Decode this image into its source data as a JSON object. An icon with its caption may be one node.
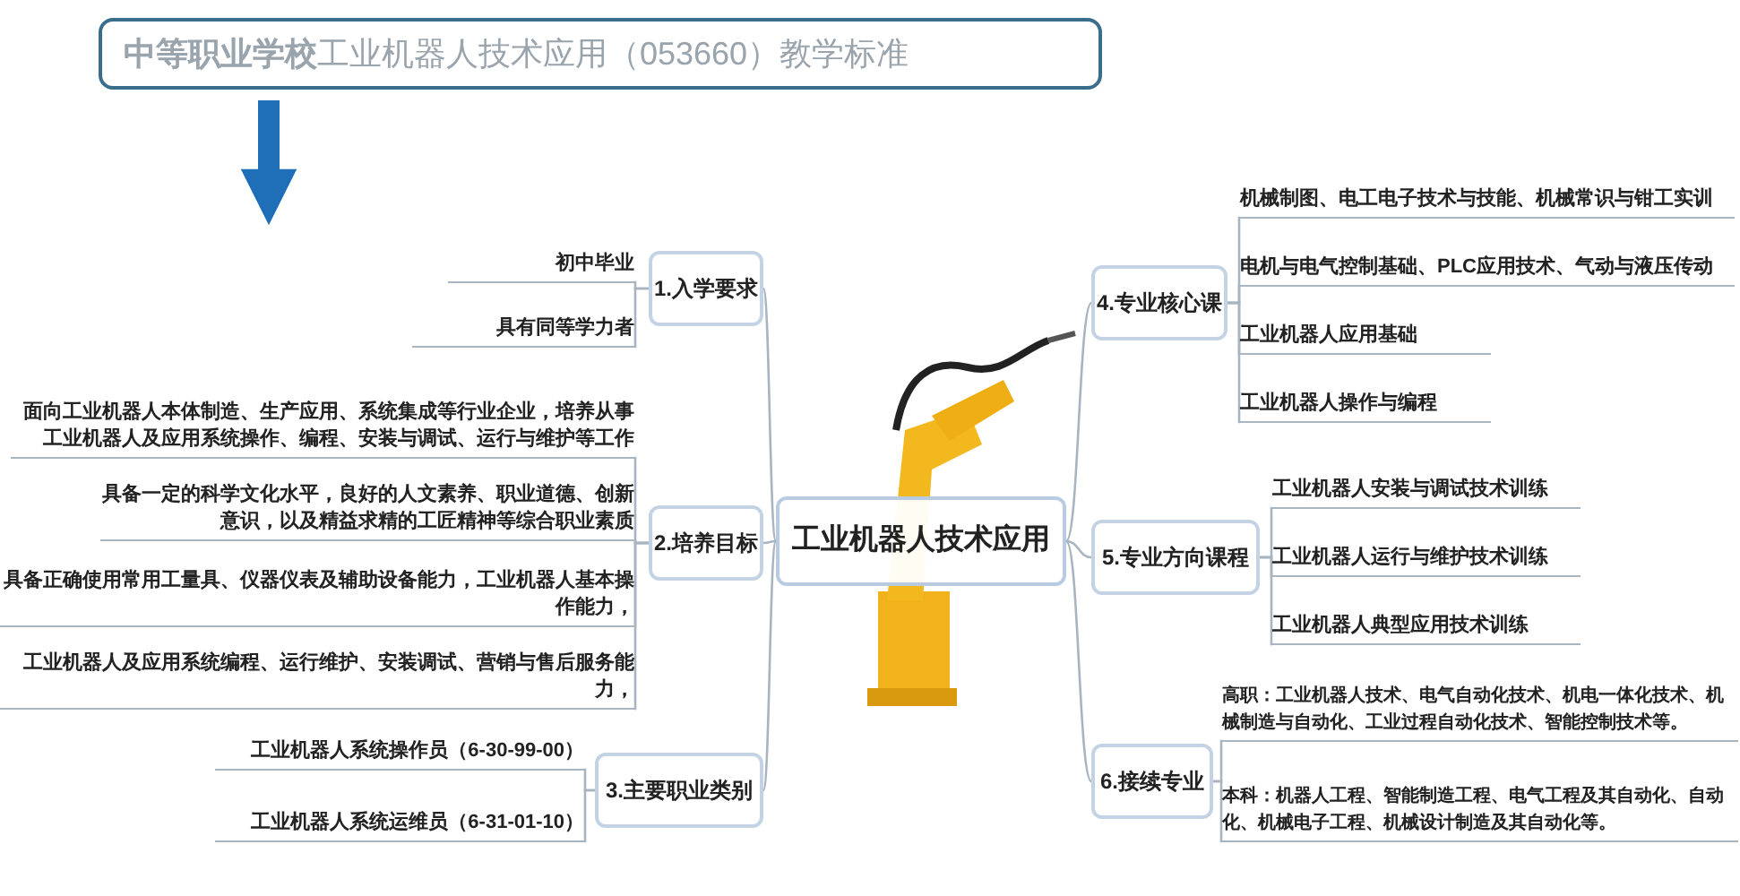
{
  "diagram": {
    "nodes": [
      {
        "text": [
          "**中等职业学校**工业机器人技术应用（053660）教学标准"
        ]
      },
      {
        "text": [
          "工业机器人技术应用"
        ]
      },
      {
        "text": [
          "1.入学要求"
        ]
      },
      {
        "text": [
          "初中毕业"
        ]
      },
      {
        "text": [
          "具有同等学力者"
        ]
      },
      {
        "text": [
          "2.培养目标"
        ]
      },
      {
        "text": [
          "面向工业机器人本体制造、生产应用、系统集成等行业企业，培养从事工业机器人及应用系统操作、编程、安装与调试、运行与维护等工作"
        ]
      },
      {
        "text": [
          "具备一定的科学文化水平，良好的人文素养、职业道德、创新意识，以及精益求精的工匠精神等综合职业素质"
        ]
      },
      {
        "text": [
          "具备正确使用常用工量具、仪器仪表及辅助设备能力，工业机器人基本操作能力，"
        ]
      },
      {
        "text": [
          "工业机器人及应用系统编程、运行维护、安装调试、营销与售后服务能力，"
        ]
      },
      {
        "text": [
          "3.主要职业类别"
        ]
      },
      {
        "text": [
          "工业机器人系统操作员（6-30-99-00）"
        ]
      },
      {
        "text": [
          "工业机器人系统运维员（6-31-01-10）"
        ]
      },
      {
        "text": [
          "4.专业核心课"
        ]
      },
      {
        "text": [
          "机械制图、电工电子技术与技能、机械常识与钳工实训"
        ]
      },
      {
        "text": [
          "电机与电气控制基础、PLC应用技术、气动与液压传动"
        ]
      },
      {
        "text": [
          "工业机器人应用基础"
        ]
      },
      {
        "text": [
          "工业机器人操作与编程"
        ]
      },
      {
        "text": [
          "5.专业方向课程"
        ]
      },
      {
        "text": [
          "工业机器人安装与调试技术训练"
        ]
      },
      {
        "text": [
          "工业机器人运行与维护技术训练"
        ]
      },
      {
        "text": [
          "工业机器人典型应用技术训练"
        ]
      },
      {
        "text": [
          "6.接续专业"
        ]
      },
      {
        "text": [
          "高职：工业机器人技术、电气自动化技术、机电一体化技术、机械制造与自动化、工业过程自动化技术、智能控制技术等。"
        ]
      },
      {
        "text": [
          "本科：机器人工程、智能制造工程、电气工程及其自动化、自动化、机械电子工程、机械设计制造及其自动化等。"
        ]
      }
    ],
    "edges": [
      {
        "from": 0,
        "to": null,
        "arrow": "to",
        "style": "thick",
        "color": "#1e6fb8"
      },
      {
        "from": 1,
        "to": 2,
        "arrow": "none"
      },
      {
        "from": 2,
        "to": 3,
        "arrow": "none"
      },
      {
        "from": 2,
        "to": 4,
        "arrow": "none"
      },
      {
        "from": 1,
        "to": 5,
        "arrow": "none"
      },
      {
        "from": 5,
        "to": 6,
        "arrow": "none"
      },
      {
        "from": 5,
        "to": 7,
        "arrow": "none"
      },
      {
        "from": 5,
        "to": 8,
        "arrow": "none"
      },
      {
        "from": 5,
        "to": 9,
        "arrow": "none"
      },
      {
        "from": 1,
        "to": 10,
        "arrow": "none"
      },
      {
        "from": 10,
        "to": 11,
        "arrow": "none"
      },
      {
        "from": 10,
        "to": 12,
        "arrow": "none"
      },
      {
        "from": 1,
        "to": 13,
        "arrow": "none"
      },
      {
        "from": 13,
        "to": 14,
        "arrow": "none"
      },
      {
        "from": 13,
        "to": 15,
        "arrow": "none"
      },
      {
        "from": 13,
        "to": 16,
        "arrow": "none"
      },
      {
        "from": 13,
        "to": 17,
        "arrow": "none"
      },
      {
        "from": 1,
        "to": 18,
        "arrow": "none"
      },
      {
        "from": 18,
        "to": 19,
        "arrow": "none"
      },
      {
        "from": 18,
        "to": 20,
        "arrow": "none"
      },
      {
        "from": 18,
        "to": 21,
        "arrow": "none"
      },
      {
        "from": 1,
        "to": 22,
        "arrow": "none"
      },
      {
        "from": 22,
        "to": 23,
        "arrow": "none"
      },
      {
        "from": 22,
        "to": 24,
        "arrow": "none"
      }
    ]
  }
}
